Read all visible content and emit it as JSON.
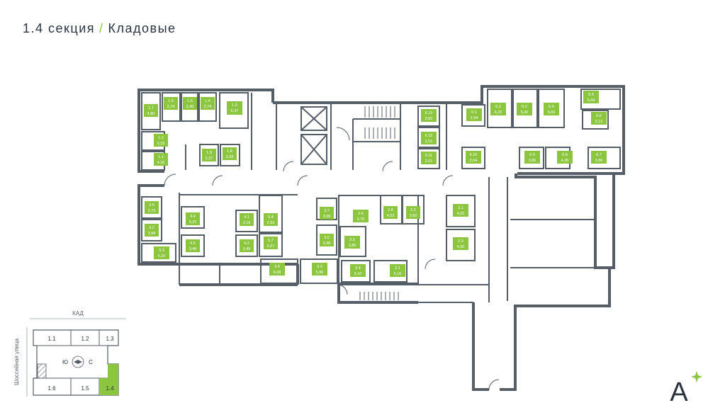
{
  "header": {
    "section": "1.4 секция",
    "separator": "/",
    "subtitle": "Кладовые"
  },
  "colors": {
    "accent": "#8cc63f",
    "wall": "#555d66",
    "text": "#2a3440"
  },
  "key_plan": {
    "top_street": "КАД",
    "side_street": "Шоссейная улица",
    "sections_top": [
      "1.1",
      "1.2",
      "1.3"
    ],
    "sections_bottom": [
      "1.6",
      "1.5",
      "1.4"
    ],
    "active_section": "1.4",
    "compass_left": "Ю",
    "compass_right": "С"
  },
  "logo": {
    "letter": "A"
  },
  "units": [
    {
      "id": "1.7",
      "area": "4,80"
    },
    {
      "id": "1.6",
      "area": "2,74"
    },
    {
      "id": "1.5",
      "area": "2,45"
    },
    {
      "id": "1.4",
      "area": "2,74"
    },
    {
      "id": "1.3",
      "area": "6,37"
    },
    {
      "id": "1.2",
      "area": "3,33"
    },
    {
      "id": "1.1",
      "area": "4,26"
    },
    {
      "id": "1.9",
      "area": "2,27"
    },
    {
      "id": "1.8",
      "area": "3,28"
    },
    {
      "id": "6.13",
      "area": "3,60"
    },
    {
      "id": "6.12",
      "area": "2,01"
    },
    {
      "id": "6.11",
      "area": "2,01"
    },
    {
      "id": "6.1",
      "area": "2,94"
    },
    {
      "id": "6.2",
      "area": "6,26"
    },
    {
      "id": "6.3",
      "area": "5,40"
    },
    {
      "id": "6.4",
      "area": "6,69"
    },
    {
      "id": "6.5",
      "area": "5,44"
    },
    {
      "id": "6.6",
      "area": "3,12"
    },
    {
      "id": "6.10",
      "area": "2,64"
    },
    {
      "id": "6.9",
      "area": "3,86"
    },
    {
      "id": "6.8",
      "area": "4,26"
    },
    {
      "id": "6.7",
      "area": "3,86"
    },
    {
      "id": "3.6",
      "area": "2,73"
    },
    {
      "id": "3.2",
      "area": "2,84"
    },
    {
      "id": "3.3",
      "area": "4,20"
    },
    {
      "id": "4.4",
      "area": "3,22"
    },
    {
      "id": "4.5",
      "area": "3,48"
    },
    {
      "id": "4.1",
      "area": "3,19"
    },
    {
      "id": "4.2",
      "area": "3,45"
    },
    {
      "id": "5.4",
      "area": "2,93"
    },
    {
      "id": "5.7",
      "area": "2,67"
    },
    {
      "id": "3.4",
      "area": "6,08"
    },
    {
      "id": "3.7",
      "area": "3,08"
    },
    {
      "id": "3.5",
      "area": "3,48"
    },
    {
      "id": "3.3",
      "area": "5,96"
    },
    {
      "id": "2.6",
      "area": "6,76"
    },
    {
      "id": "2.8",
      "area": "4,03"
    },
    {
      "id": "2.2",
      "area": "3,60"
    },
    {
      "id": "2.5",
      "area": "3,86"
    },
    {
      "id": "2.4",
      "area": "5,10"
    },
    {
      "id": "2.1",
      "area": "5,16"
    },
    {
      "id": "3.1",
      "area": "4,60"
    },
    {
      "id": "2.3",
      "area": "4,50"
    }
  ]
}
